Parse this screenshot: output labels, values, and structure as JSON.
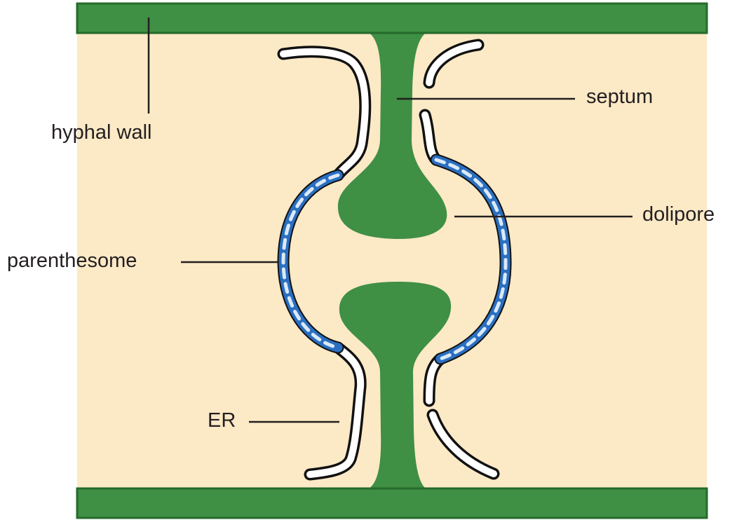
{
  "diagram": {
    "colors": {
      "cytoplasm": "#fce9c6",
      "wall": "#3f8f45",
      "wall_edge": "#256b2c",
      "membrane_fill": "#ffffff",
      "membrane_outline": "#111111",
      "parenthesome_blue": "#2a6fc1",
      "parenthesome_light": "#dbe9f7",
      "leader_line": "#231f20",
      "text": "#231f20"
    },
    "labels": {
      "hyphal_wall": "hyphal wall",
      "septum": "septum",
      "dolipore": "dolipore",
      "parenthesome": "parenthesome",
      "er": "ER"
    }
  }
}
